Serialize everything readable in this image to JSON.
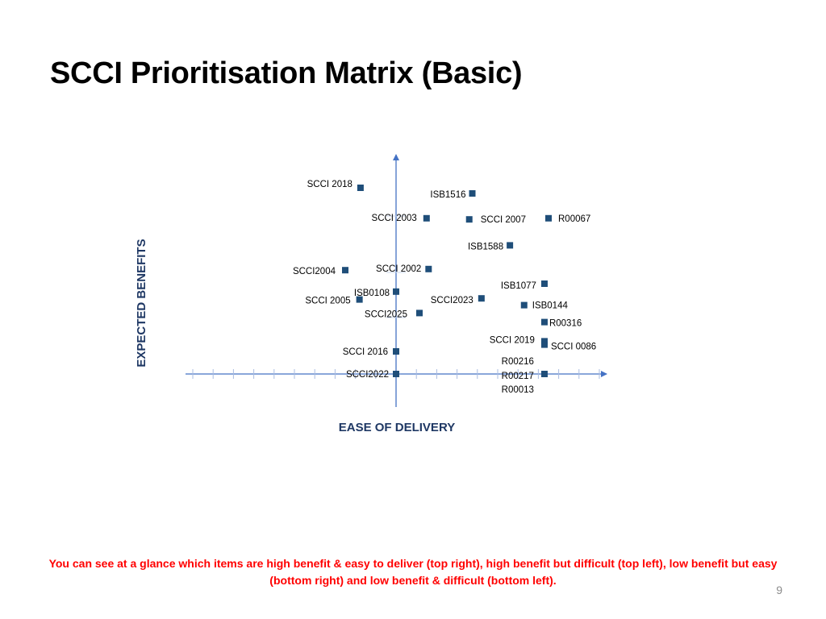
{
  "slide": {
    "title": "SCCI Prioritisation Matrix (Basic)",
    "footnote": "You can see at a glance which items are high benefit & easy to deliver (top right), high benefit but difficult (top left), low benefit but easy (bottom right) and low benefit & difficult (bottom left).",
    "page_number": "9"
  },
  "colors": {
    "axis": "#4472c4",
    "marker": "#1f4e79",
    "axis_title": "#1f3864",
    "footnote": "#ff0000"
  },
  "chart_data": {
    "type": "scatter",
    "title": "",
    "xlabel": "EASE OF DELIVERY",
    "ylabel": "EXPECTED BENEFITS",
    "xlim": [
      -10.5,
      10.5
    ],
    "ylim": [
      -1.5,
      11
    ],
    "grid": false,
    "legend": "none",
    "points": [
      {
        "label": "SCCI 2018",
        "x": -1.75,
        "y": 8.25
      },
      {
        "label": "ISB1516",
        "x": 3.75,
        "y": 8.0
      },
      {
        "label": "SCCI 2003",
        "x": 1.5,
        "y": 6.9
      },
      {
        "label": "SCCI 2007",
        "x": 3.6,
        "y": 6.85
      },
      {
        "label": "R00067",
        "x": 7.5,
        "y": 6.9
      },
      {
        "label": "ISB1588",
        "x": 5.6,
        "y": 5.7
      },
      {
        "label": "SCCI2004",
        "x": -2.5,
        "y": 4.6
      },
      {
        "label": "SCCI 2002",
        "x": 1.6,
        "y": 4.65
      },
      {
        "label": "ISB1077",
        "x": 7.3,
        "y": 4.0
      },
      {
        "label": "ISB0108",
        "x": 0.0,
        "y": 3.65
      },
      {
        "label": "SCCI 2005",
        "x": -1.8,
        "y": 3.3
      },
      {
        "label": "SCCI2023",
        "x": 4.2,
        "y": 3.35
      },
      {
        "label": "ISB0144",
        "x": 6.3,
        "y": 3.05
      },
      {
        "label": "SCCI2025",
        "x": 1.15,
        "y": 2.7
      },
      {
        "label": "R00316",
        "x": 7.3,
        "y": 2.3
      },
      {
        "label": "SCCI 2019",
        "x": 7.3,
        "y": 1.45
      },
      {
        "label": "SCCI 0086",
        "x": 7.3,
        "y": 1.3
      },
      {
        "label": "SCCI 2016",
        "x": 0.0,
        "y": 1.0
      },
      {
        "label": "SCCI2022",
        "x": 0.0,
        "y": 0.0
      },
      {
        "label": "R00216",
        "x": 7.3,
        "y": 0.0
      },
      {
        "label": "R00217",
        "x": 7.3,
        "y": 0.0
      },
      {
        "label": "R00013",
        "x": 7.3,
        "y": 0.0
      }
    ]
  }
}
